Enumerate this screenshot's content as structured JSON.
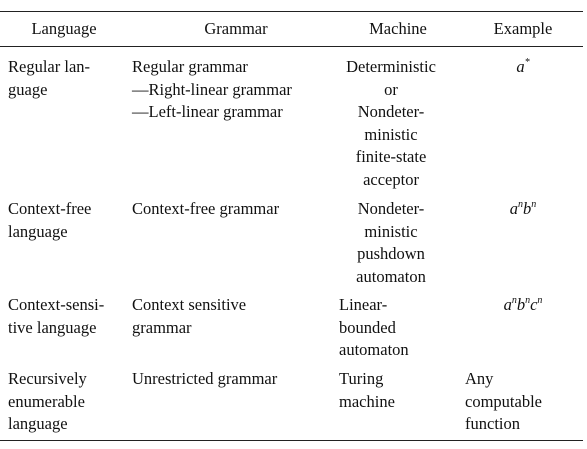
{
  "table": {
    "headers": [
      "Language",
      "Grammar",
      "Machine",
      "Example"
    ],
    "rows": [
      {
        "language": [
          "Regular lan-",
          "guage"
        ],
        "grammar": [
          "Regular grammar",
          "—Right-linear grammar",
          "—Left-linear grammar"
        ],
        "machine": [
          "Deterministic",
          "or",
          "Nondeter-",
          "ministic",
          "finite-state",
          "acceptor"
        ],
        "example": {
          "parts": [
            {
              "base": "a",
              "sup": "*"
            }
          ]
        }
      },
      {
        "language": [
          "Context-free",
          "language"
        ],
        "grammar": [
          "Context-free grammar"
        ],
        "machine": [
          "Nondeter-",
          "ministic",
          "pushdown",
          "automaton"
        ],
        "example": {
          "parts": [
            {
              "base": "a",
              "sup": "n"
            },
            {
              "base": "b",
              "sup": "n"
            }
          ]
        }
      },
      {
        "language": [
          "Context-sensi-",
          "tive language"
        ],
        "grammar": [
          "Context sensitive",
          "grammar"
        ],
        "machine": [
          "Linear-",
          "bounded",
          "automaton"
        ],
        "example": {
          "parts": [
            {
              "base": "a",
              "sup": "n"
            },
            {
              "base": "b",
              "sup": "n"
            },
            {
              "base": "c",
              "sup": "n"
            }
          ]
        }
      },
      {
        "language": [
          "Recursively",
          "enumerable",
          "language"
        ],
        "grammar": [
          "Unrestricted grammar"
        ],
        "machine": [
          "Turing",
          "machine"
        ],
        "example": {
          "text": [
            "Any",
            "computable",
            "function"
          ]
        }
      }
    ]
  }
}
